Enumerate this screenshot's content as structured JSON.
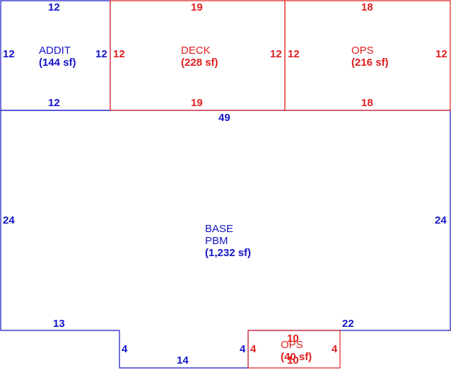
{
  "colors": {
    "base": "#1414c8",
    "addition": "#e01e1e"
  },
  "areas": {
    "addit": {
      "name": "ADDIT",
      "area": "(144 sf)"
    },
    "deck": {
      "name": "DECK",
      "area": "(228 sf)"
    },
    "ops_top": {
      "name": "OPS",
      "area": "(216 sf)"
    },
    "base": {
      "name": "BASE",
      "subname": "PBM",
      "area": "(1,232 sf)"
    },
    "ops_bottom": {
      "name": "OPS",
      "area": "(40 sf)"
    }
  },
  "dimensions": {
    "addit_top": "12",
    "addit_bottom": "12",
    "addit_left": "12",
    "addit_right": "12",
    "deck_top": "19",
    "deck_bottom": "19",
    "deck_left": "12",
    "deck_right": "12",
    "ops_top_top": "18",
    "ops_top_bottom": "18",
    "ops_top_left": "12",
    "ops_top_right": "12",
    "base_top": "49",
    "base_left": "24",
    "base_right": "24",
    "base_bottom_left": "13",
    "base_bottom_right": "22",
    "notch_left": "4",
    "notch_bottom": "14",
    "notch_right": "4",
    "ops_bottom_top": "10",
    "ops_bottom_left": "4",
    "ops_bottom_right": "4",
    "ops_bottom_bottom": "10"
  }
}
